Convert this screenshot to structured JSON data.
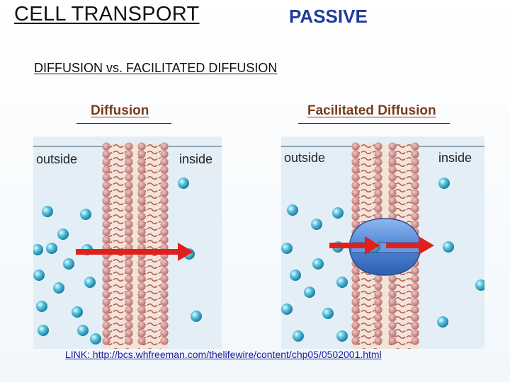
{
  "header": {
    "title": "CELL TRANSPORT",
    "category": "PASSIVE",
    "subtitle": "DIFFUSION  vs.  FACILITATED DIFFUSION"
  },
  "panels": [
    {
      "heading": "Diffusion",
      "outside_label": "outside",
      "inside_label": "inside"
    },
    {
      "heading": "Facilitated Diffusion",
      "outside_label": "outside",
      "inside_label": "inside"
    }
  ],
  "footer": {
    "link": "LINK:   http://bcs.whfreeman.com/thelifewire/content/chp05/0502001.html"
  },
  "colors": {
    "title_accent": "#1f3c9a",
    "heading": "#7a3b1b",
    "arrow": "#e0201c",
    "molecule": "#3aa6c8",
    "lipid_head": "#cf8c8a",
    "protein": "#4f86d6"
  }
}
